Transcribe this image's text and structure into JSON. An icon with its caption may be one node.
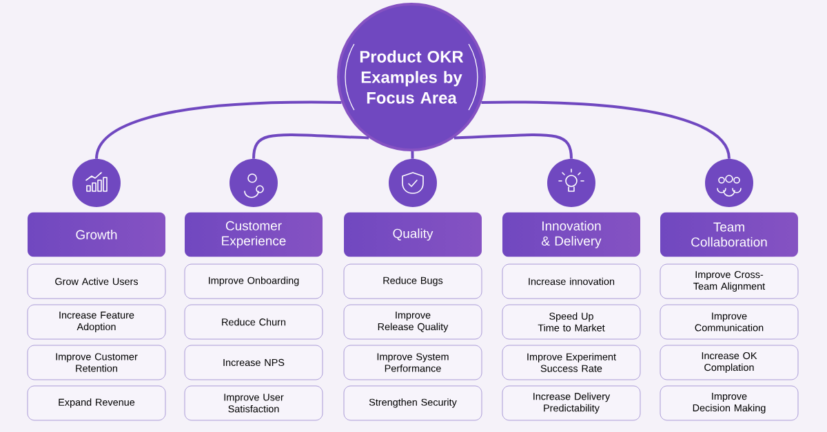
{
  "diagram": {
    "nodes": [
      {
        "text": [
          "Product OKR Examples by Focus Area"
        ]
      },
      {
        "text": [],
        "shape": "circle"
      },
      {
        "text": [],
        "shape": "circle"
      },
      {
        "text": [],
        "shape": "circle"
      },
      {
        "text": [],
        "shape": "circle"
      },
      {
        "text": [],
        "shape": "circle"
      },
      {
        "text": [
          "Growth"
        ]
      },
      {
        "text": [
          "Grow Active Users"
        ]
      },
      {
        "text": [
          "Increase Feature Adoption"
        ]
      },
      {
        "text": [
          "Improve Customer Retention"
        ]
      },
      {
        "text": [
          "Expand Revenue"
        ]
      },
      {
        "text": [
          "Customer Experience"
        ]
      },
      {
        "text": [
          "Improve Onboarding"
        ]
      },
      {
        "text": [
          "Reduce Churn"
        ]
      },
      {
        "text": [
          "Increase NPS"
        ]
      },
      {
        "text": [
          "Improve User Satisfaction"
        ]
      },
      {
        "text": [
          "Quality"
        ]
      },
      {
        "text": [
          "Reduce Bugs"
        ]
      },
      {
        "text": [
          "Improve Release Quality"
        ]
      },
      {
        "text": [
          "Improve System Performance"
        ]
      },
      {
        "text": [
          "Strengthen Security"
        ]
      },
      {
        "text": [
          "Innovation & Delivery"
        ]
      },
      {
        "text": [
          "Increase innovation"
        ]
      },
      {
        "text": [
          "Speed Up Time to Market"
        ]
      },
      {
        "text": [
          "Improve Experiment Success Rate"
        ]
      },
      {
        "text": [
          "Increase Delivery Predictability"
        ]
      },
      {
        "text": [
          "Team Collaboration"
        ]
      },
      {
        "text": [
          "Improve Cross-Team Alignment"
        ]
      },
      {
        "text": [
          "Improve Communication"
        ]
      },
      {
        "text": [
          "Increase OK Complation"
        ]
      },
      {
        "text": [
          "Improve Decision Making"
        ]
      }
    ],
    "edges": [
      {
        "from": 0,
        "to": 1,
        "arrow": "none"
      },
      {
        "from": 0,
        "to": 2,
        "arrow": "none"
      },
      {
        "from": 0,
        "to": 3,
        "arrow": "none"
      },
      {
        "from": 0,
        "to": 4,
        "arrow": "none"
      },
      {
        "from": 0,
        "to": 5,
        "arrow": "none"
      }
    ]
  }
}
